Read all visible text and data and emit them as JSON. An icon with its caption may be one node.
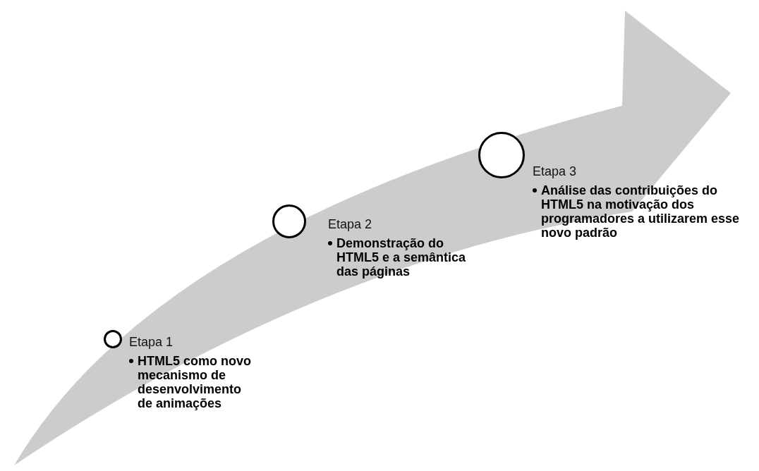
{
  "diagram": {
    "nodes": [
      {
        "text": [],
        "shape": "circle",
        "beside": [
          "Etapa 1",
          "HTML5 como novo mecanismo de desenvolvimento de animações"
        ]
      },
      {
        "text": [],
        "shape": "circle",
        "beside": [
          "Etapa 2",
          "Demonstração do HTML5 e a semântica das páginas"
        ]
      },
      {
        "text": [],
        "shape": "circle",
        "beside": [
          "Etapa 3",
          "Análise das contribuições do HTML5 na motivação dos programadores a utilizarem esse novo padrão"
        ]
      }
    ]
  }
}
